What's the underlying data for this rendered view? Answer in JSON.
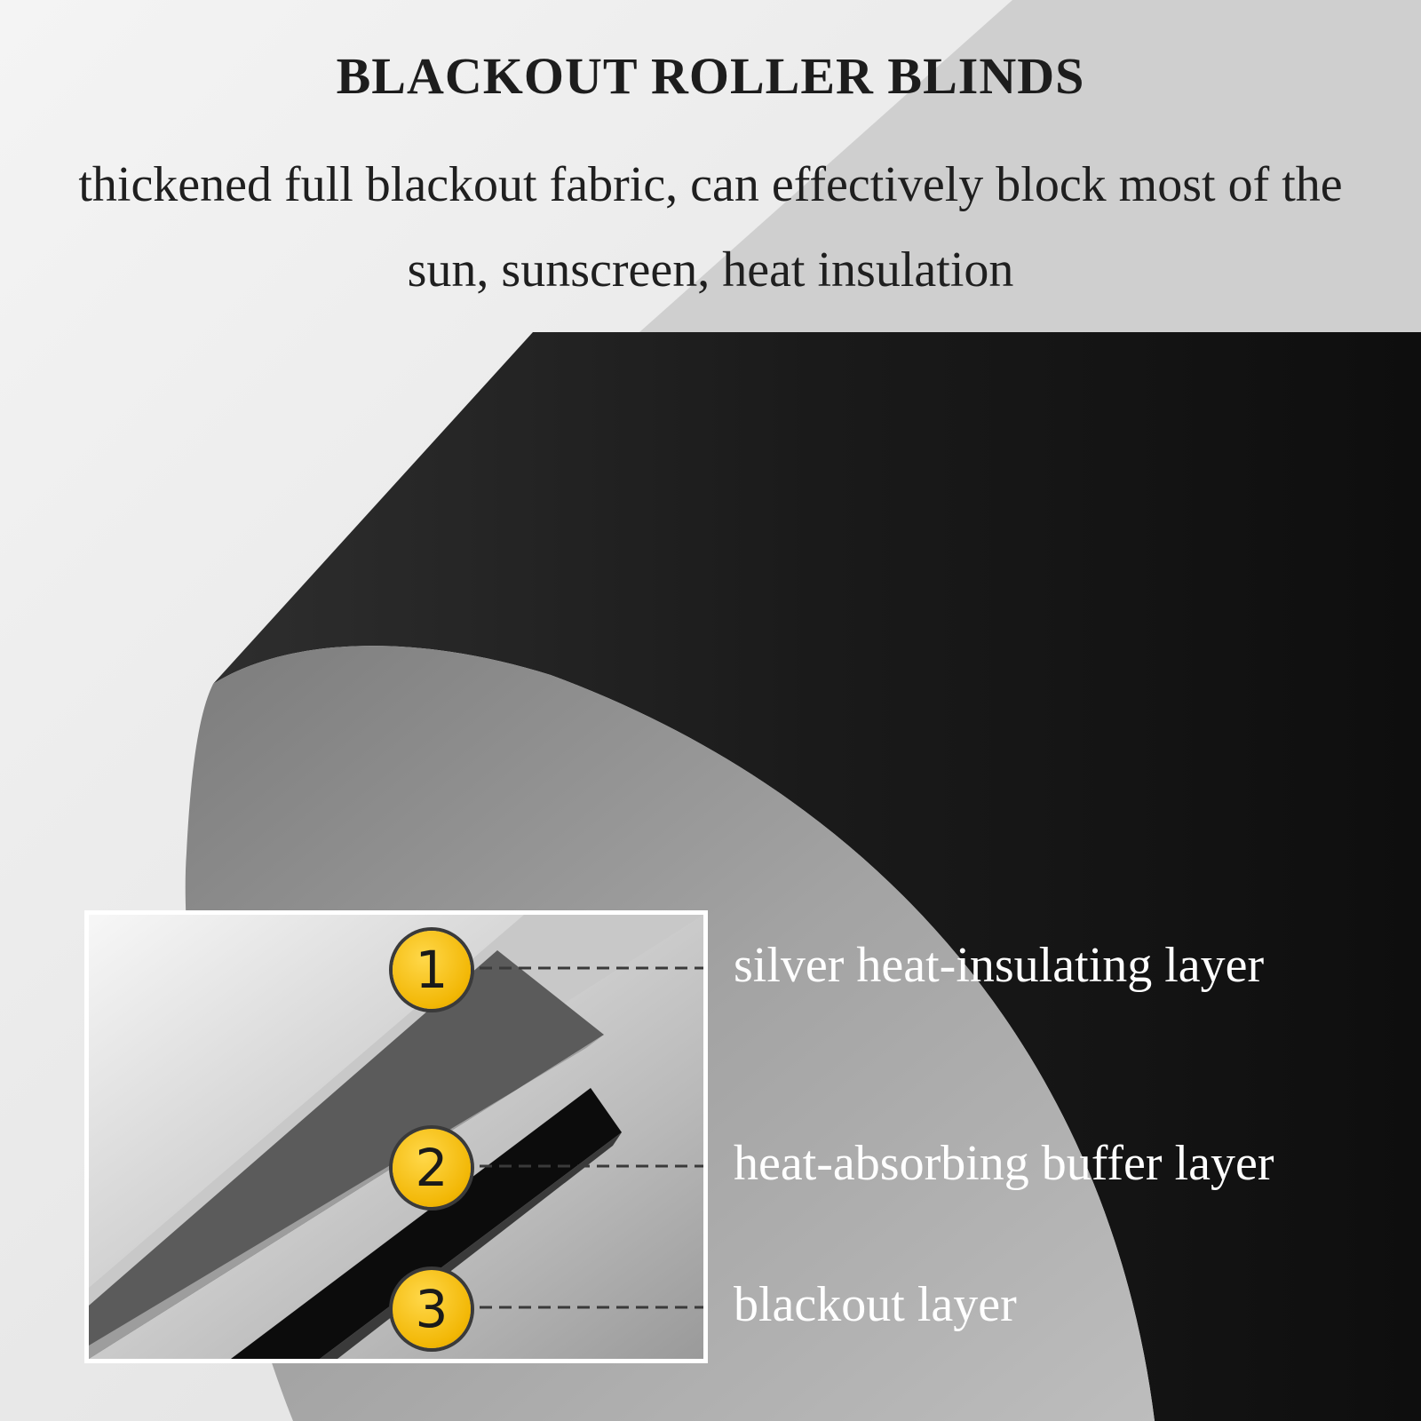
{
  "header": {
    "title": "BLACKOUT ROLLER BLINDS",
    "subtitle": "thickened full blackout fabric, can effectively block most of the sun, sunscreen, heat insulation"
  },
  "layers": [
    {
      "number": "1",
      "label": "silver heat-insulating layer"
    },
    {
      "number": "2",
      "label": "heat-absorbing buffer layer"
    },
    {
      "number": "3",
      "label": "blackout layer"
    }
  ],
  "colors": {
    "fabric_black": "#121212",
    "silver_backing": "#9c9c9c",
    "badge_yellow": "#f2b705",
    "background_light": "#e9e9e9"
  }
}
